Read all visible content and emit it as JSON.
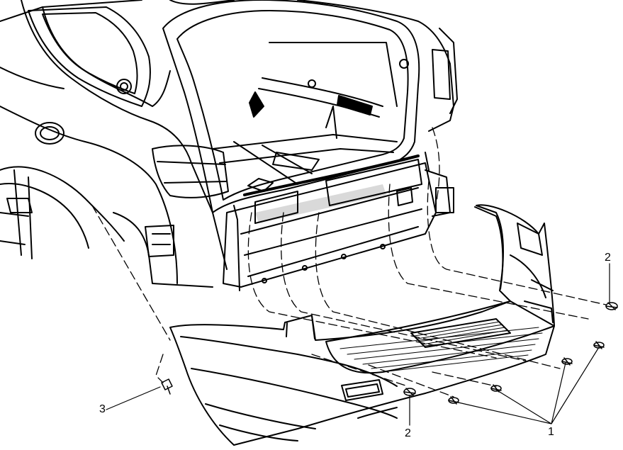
{
  "callouts": {
    "c1": "1",
    "c2_top": "2",
    "c2_bottom": "2",
    "c3": "3"
  },
  "colors": {
    "line": "#000000",
    "fill": "#ffffff",
    "hatch": "#000000"
  }
}
